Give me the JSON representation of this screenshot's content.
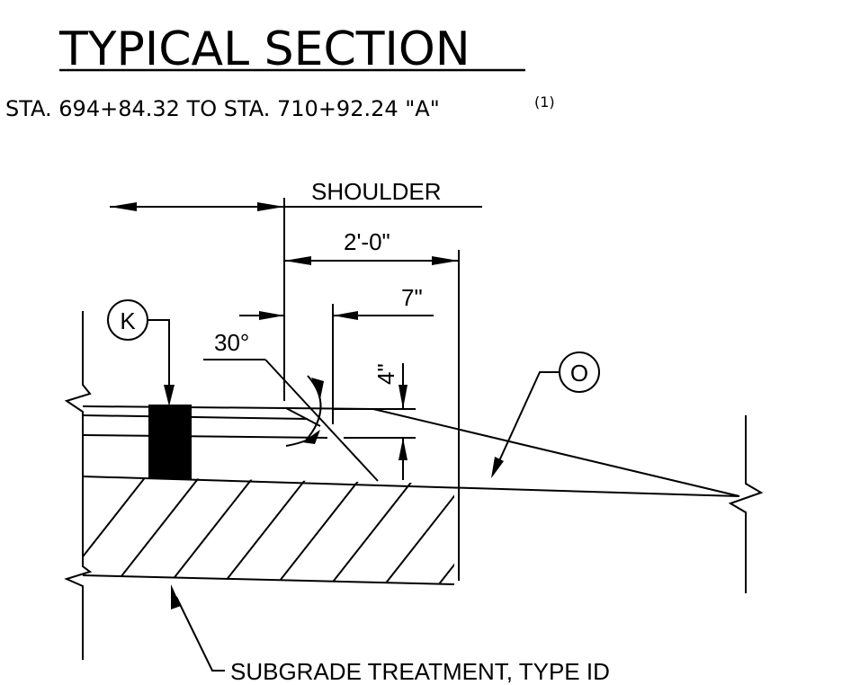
{
  "title": "TYPICAL SECTION",
  "subtitle": "STA. 694+84.32 TO STA. 710+92.24 \"A\"",
  "subtitle_superscript": "(1)",
  "labels": {
    "shoulder": "SHOULDER",
    "width": "2'-0\"",
    "offset": "7\"",
    "angle": "30°",
    "depth": "4\"",
    "subgrade": "SUBGRADE TREATMENT, TYPE ID"
  },
  "callouts": {
    "k": "K",
    "o": "O"
  }
}
